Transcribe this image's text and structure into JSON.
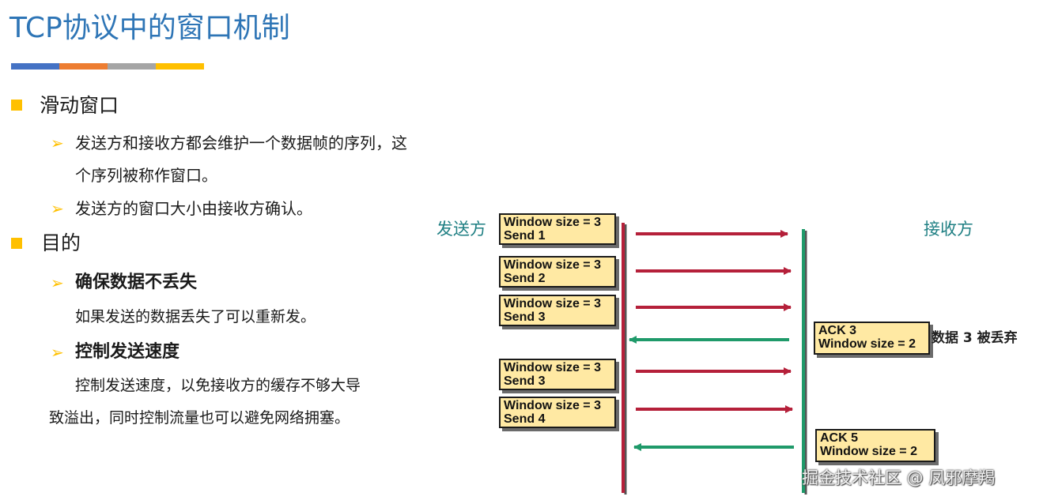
{
  "title": "TCP协议中的窗口机制",
  "title_bar_colors": [
    "#4472c4",
    "#ed7d31",
    "#a5a5a5",
    "#ffc000"
  ],
  "sections": [
    {
      "heading": "滑动窗口",
      "bullets": [
        {
          "lines": [
            "发送方和接收方都会维护一个数据帧的序列，这",
            "个序列被称作窗口。"
          ]
        },
        {
          "lines": [
            "发送方的窗口大小由接收方确认。"
          ]
        }
      ]
    },
    {
      "heading": "目的",
      "subsections": [
        {
          "heading": "确保数据不丢失",
          "text": "如果发送的数据丢失了可以重新发。"
        },
        {
          "heading": "控制发送速度",
          "text_lines": [
            "控制发送速度，以免接收方的缓存不够大导",
            "致溢出，同时控制流量也可以避免网络拥塞。"
          ]
        }
      ]
    }
  ],
  "diagram": {
    "sender_label": "发送方",
    "receiver_label": "接收方",
    "sender_color": "#b5203a",
    "receiver_color": "#1f9a6a",
    "box_fill": "#ffe9a3",
    "sender_boxes": [
      {
        "line1": "Window size = 3",
        "line2": "Send 1"
      },
      {
        "line1": "Window size = 3",
        "line2": "Send 2"
      },
      {
        "line1": "Window size = 3",
        "line2": "Send 3"
      },
      {
        "line1": "Window size = 3",
        "line2": "Send 3"
      },
      {
        "line1": "Window size = 3",
        "line2": "Send 4"
      }
    ],
    "receiver_boxes": [
      {
        "line1": "ACK 3",
        "line2": "Window size = 2"
      },
      {
        "line1": "ACK 5",
        "line2": "Window size = 2"
      }
    ],
    "drop_note": "数据 3 被丢弃"
  },
  "watermark": "掘金技术社区 @ 凤邪摩羯"
}
